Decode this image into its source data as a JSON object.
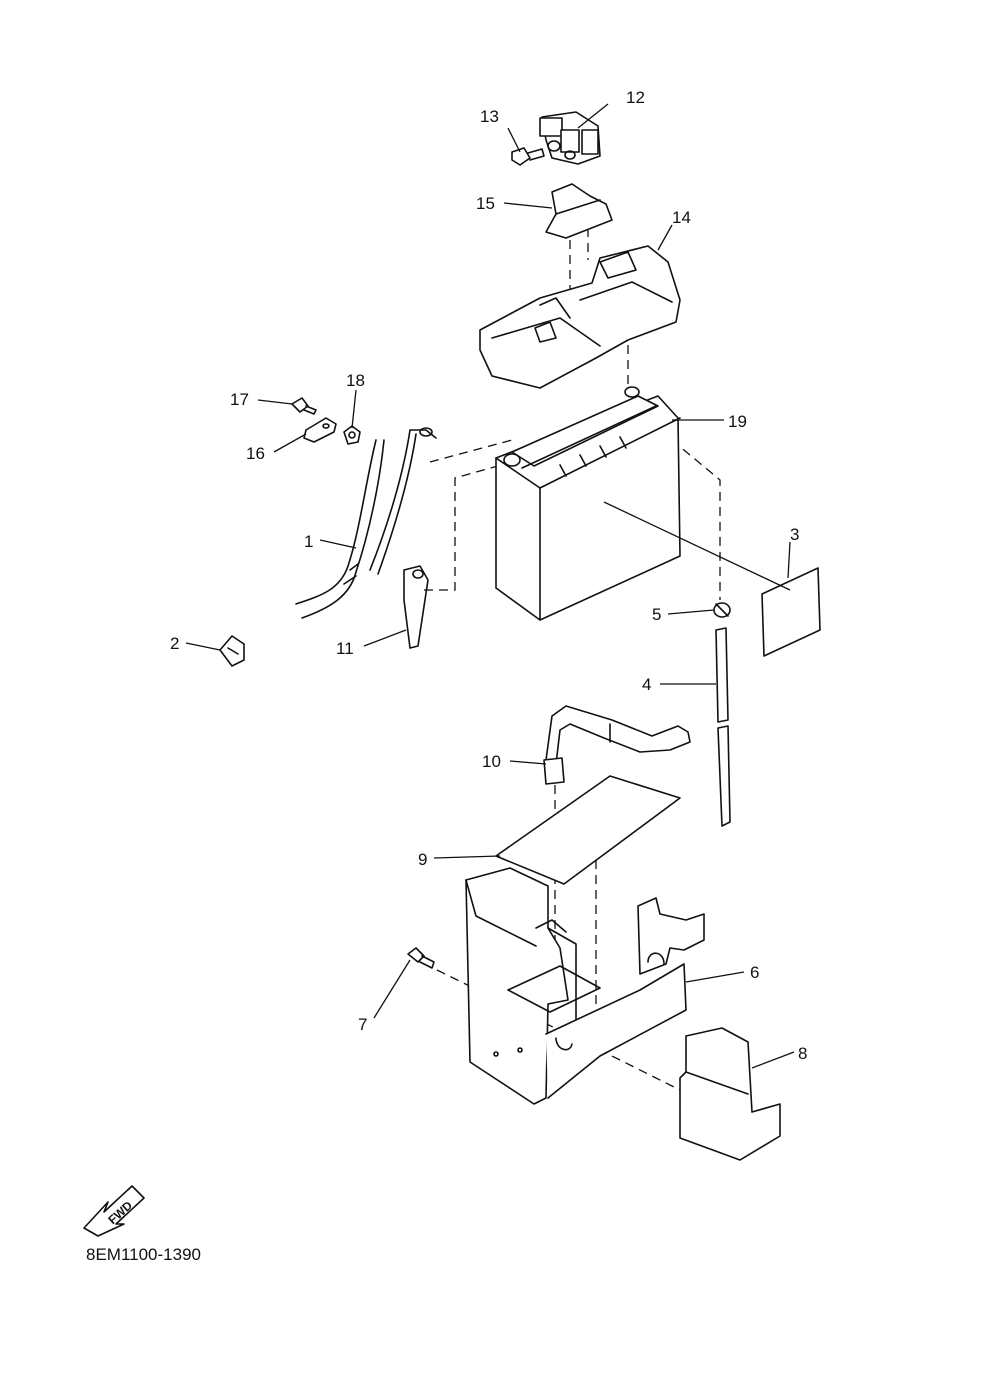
{
  "diagram_code": "8EM1100-1390",
  "fwd_label": "FWD",
  "callouts": {
    "c1": "1",
    "c2": "2",
    "c3": "3",
    "c4": "4",
    "c5": "5",
    "c6": "6",
    "c7": "7",
    "c8": "8",
    "c9": "9",
    "c10": "10",
    "c11": "11",
    "c12": "12",
    "c13": "13",
    "c14": "14",
    "c15": "15",
    "c16": "16",
    "c17": "17",
    "c18": "18",
    "c19": "19"
  }
}
